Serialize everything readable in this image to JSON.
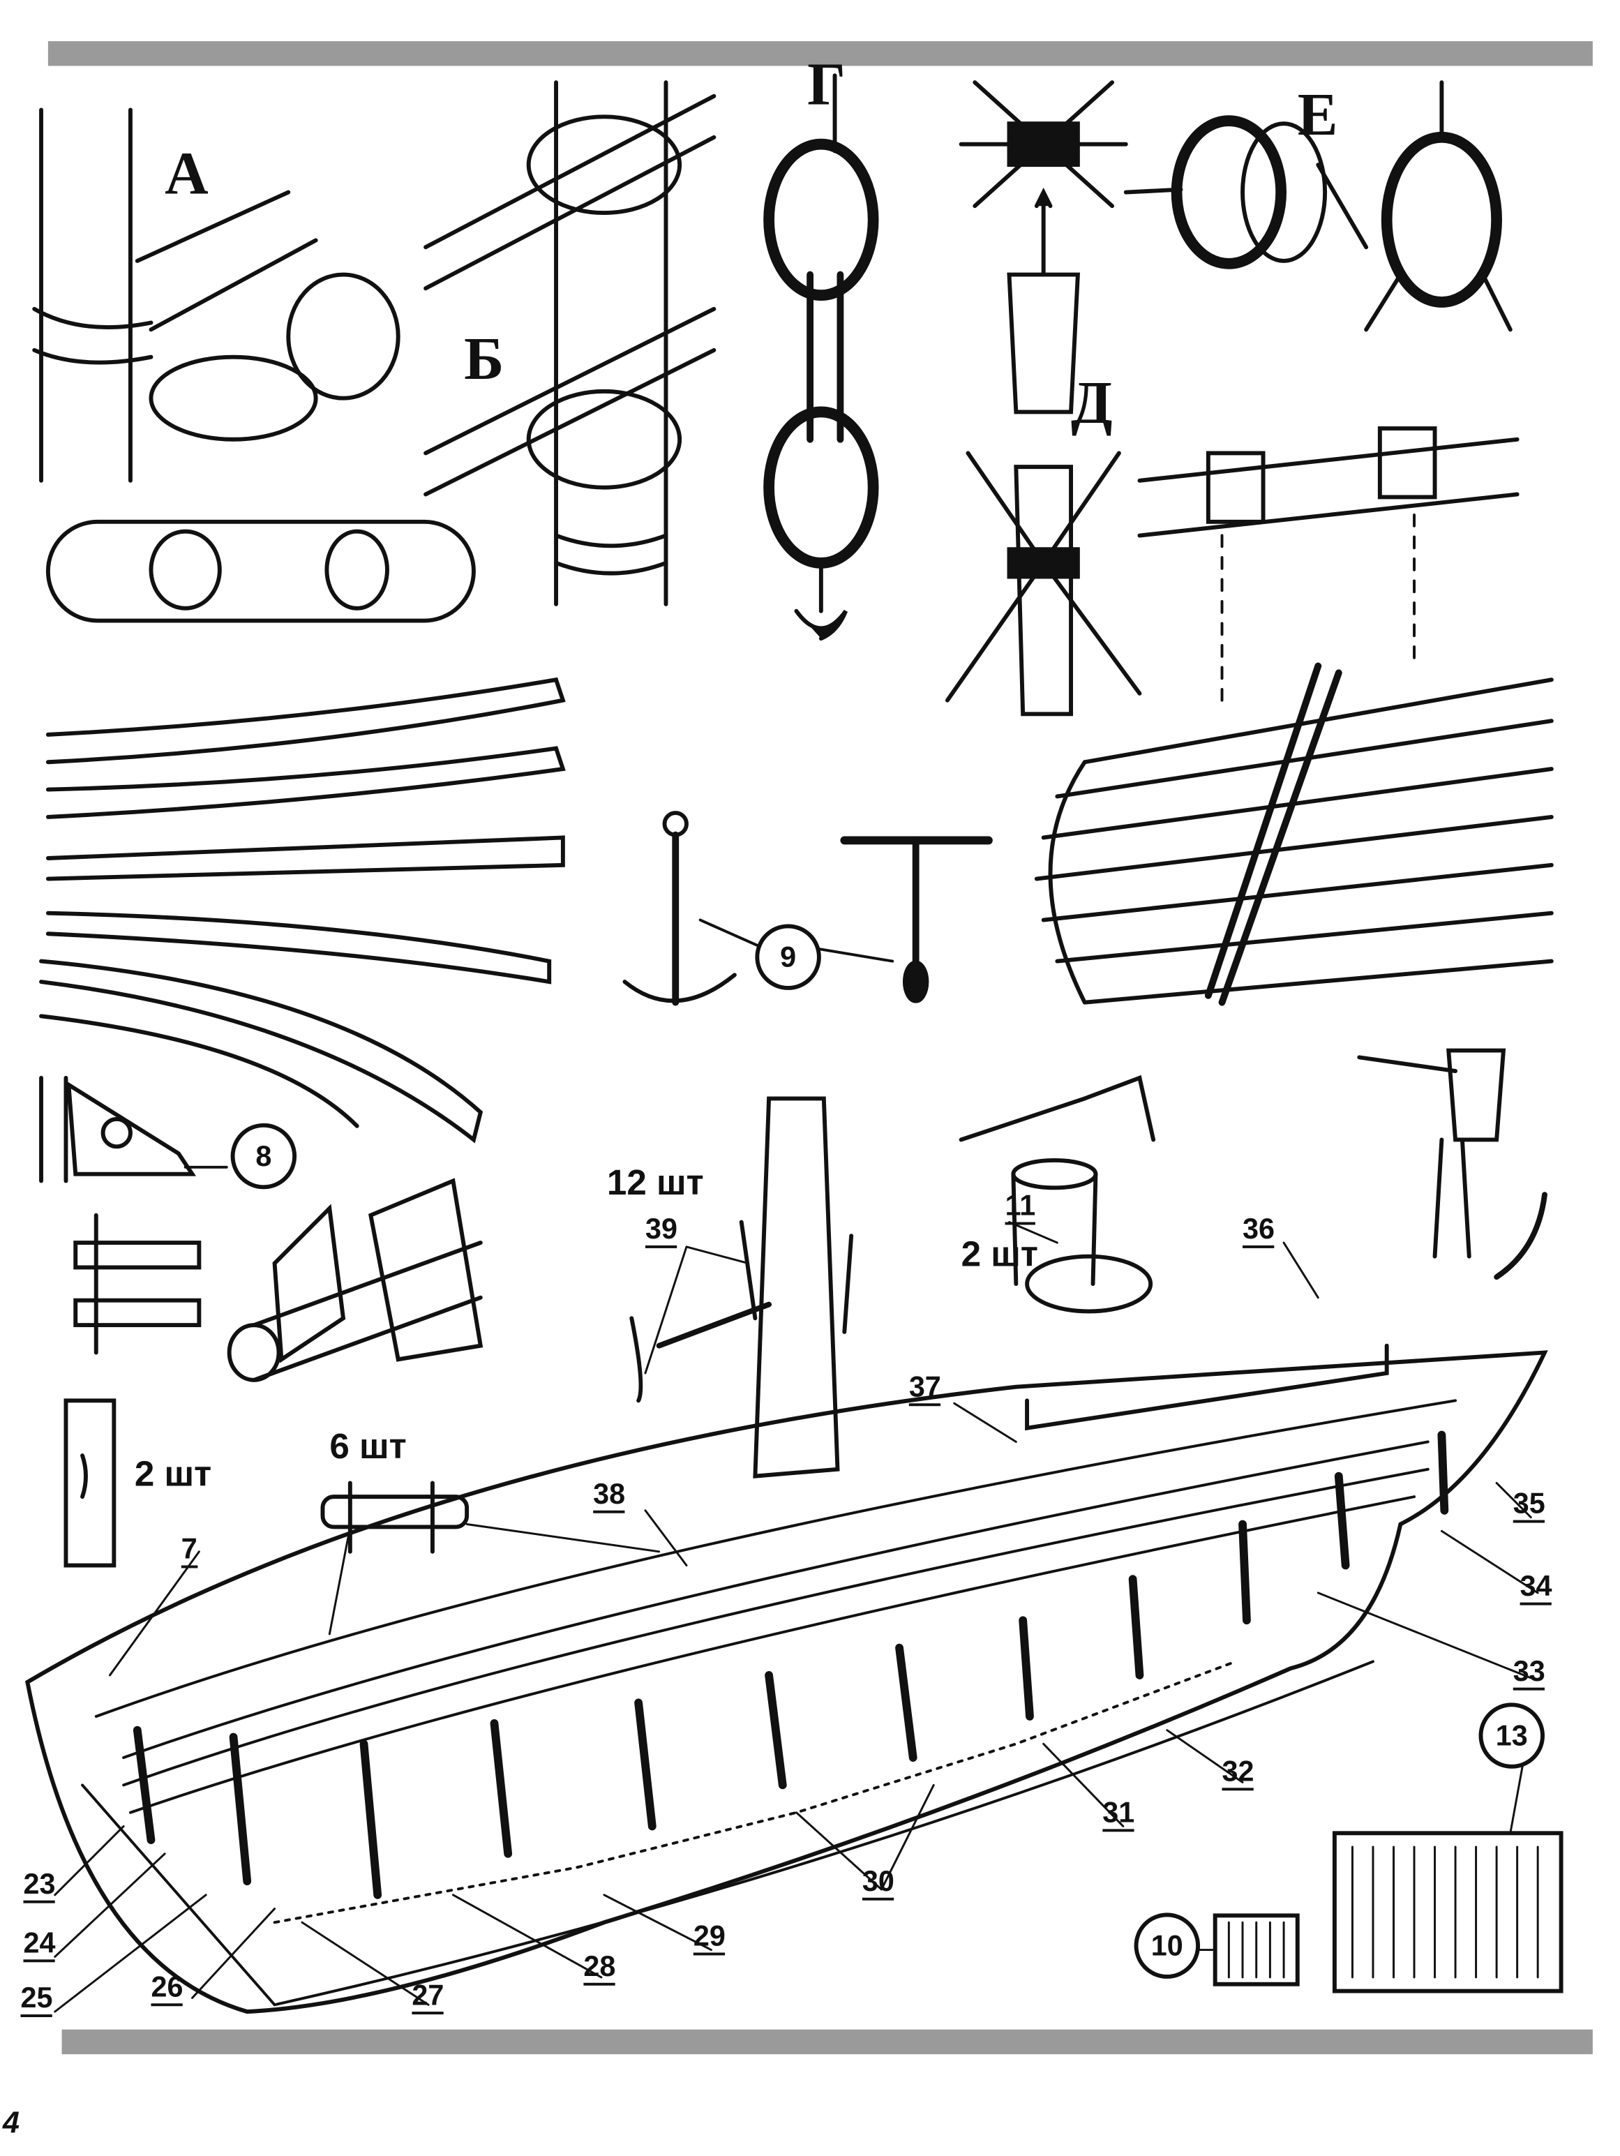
{
  "colors": {
    "ink": "#111111",
    "paper": "#ffffff",
    "band": "#9a9a9a"
  },
  "detail_letters": [
    "А",
    "Б",
    "Г",
    "Д",
    "Е"
  ],
  "circled_parts": {
    "p9": "9",
    "p8": "8",
    "p13": "13",
    "p10": "10"
  },
  "quantities": {
    "q39": "12 шт",
    "q11": "2 шт",
    "q7": "2 шт",
    "q6": "6 шт"
  },
  "part_numbers": {
    "n39": "39",
    "n11": "11",
    "n36": "36",
    "n37": "37",
    "n38": "38",
    "n7": "7",
    "n35": "35",
    "n34": "34",
    "n33": "33",
    "n32": "32",
    "n31": "31",
    "n30": "30",
    "n29": "29",
    "n28": "28",
    "n27": "27",
    "n26": "26",
    "n25": "25",
    "n24": "24",
    "n23": "23"
  },
  "page_number": "4"
}
